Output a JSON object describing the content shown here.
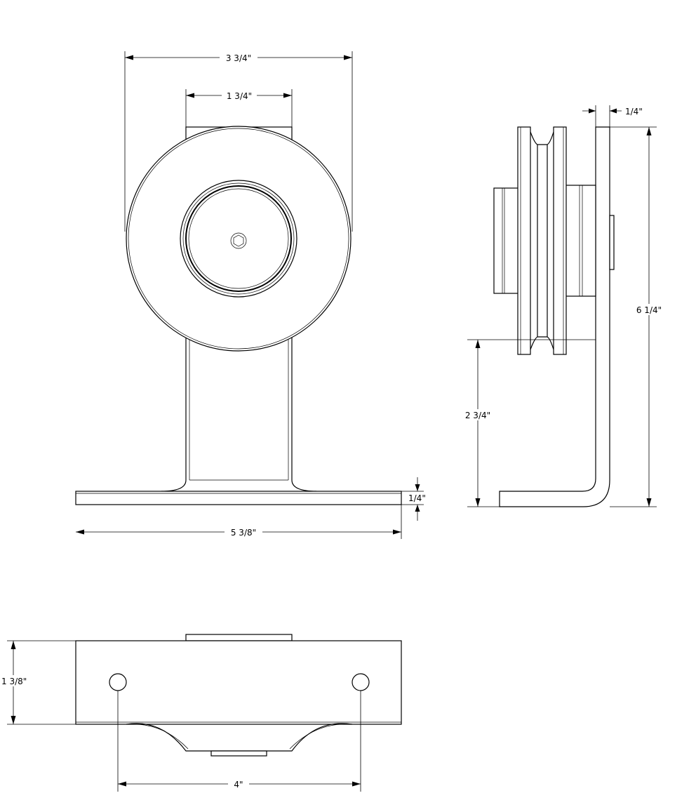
{
  "dimensions": {
    "front_overall_width": "3 3/4\"",
    "front_post_width": "1 3/4\"",
    "front_base_width": "5 3/8\"",
    "front_base_thickness": "1/4\"",
    "side_plate_thickness": "1/4\"",
    "side_overall_height": "6 1/4\"",
    "side_axle_height": "2 3/4\"",
    "bottom_depth": "1 3/8\"",
    "bottom_hole_spacing": "4\""
  }
}
